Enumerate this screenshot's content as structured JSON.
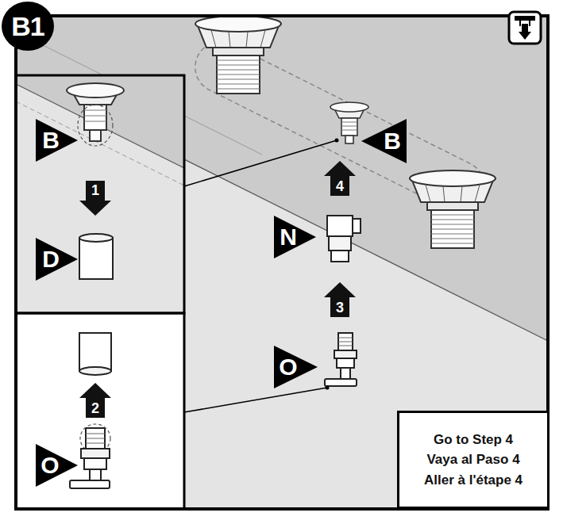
{
  "diagram": {
    "nodes": [
      {
        "text": [
          "B1"
        ]
      },
      {
        "text": [
          "Go to Step 4",
          "Vaya al Paso 4",
          "Aller à l'étape 4"
        ]
      }
    ],
    "labels": [
      "B",
      "1",
      "D",
      "2",
      "O",
      "B",
      "4",
      "N",
      "3",
      "O"
    ]
  }
}
